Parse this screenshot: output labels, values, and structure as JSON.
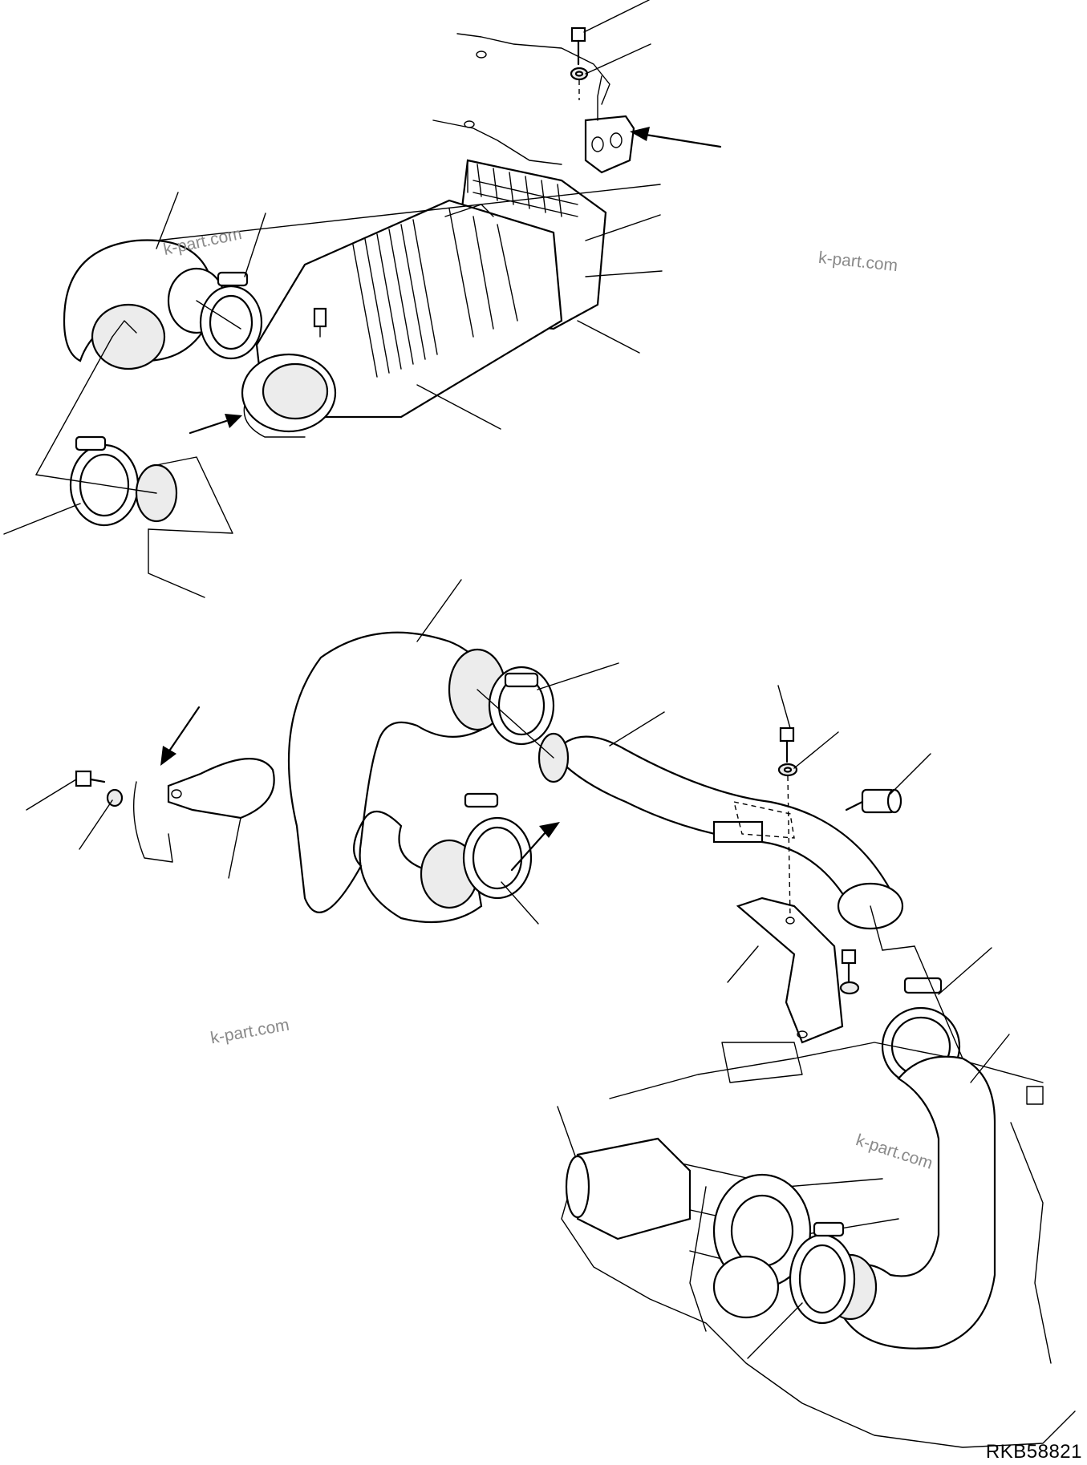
{
  "watermarks": {
    "top_left": "k-part.com",
    "top_right": "k-part.com",
    "middle_left": "k-part.com",
    "engine": "k-part.com"
  },
  "drawing_code": "RKB58821"
}
